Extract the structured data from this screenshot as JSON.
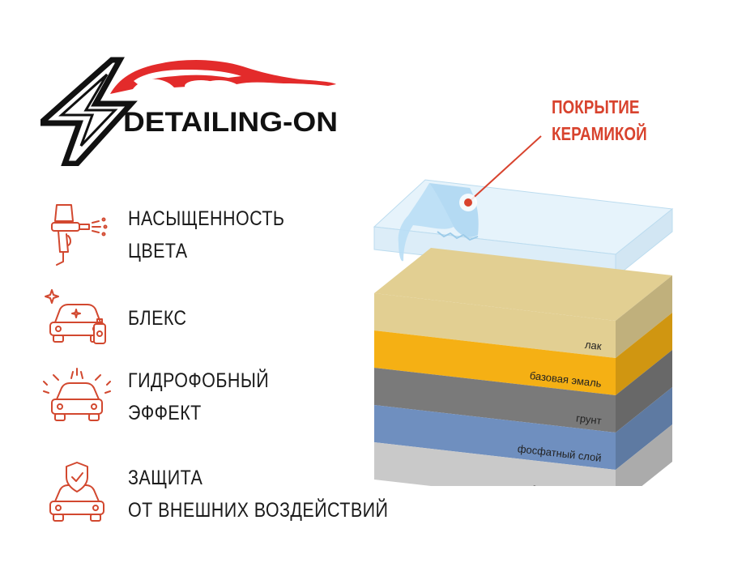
{
  "brand": {
    "name": "DETAILING-ON",
    "colors": {
      "accent_red": "#e32b2b",
      "black": "#111111"
    }
  },
  "features": [
    {
      "icon": "spray-gun-icon",
      "line1": "НАСЫЩЕННОСТЬ",
      "line2": "ЦВЕТА"
    },
    {
      "icon": "car-shine-icon",
      "line1": "БЛЕКС",
      "line2": ""
    },
    {
      "icon": "car-water-repel-icon",
      "line1": "ГИДРОФОБНЫЙ",
      "line2": "ЭФФЕКТ"
    },
    {
      "icon": "car-shield-icon",
      "line1": "ЗАЩИТА",
      "line2": "ОТ ВНЕШНИХ ВОЗДЕЙСТВИЙ"
    }
  ],
  "diagram": {
    "callout": {
      "line1": "ПОКРЫТИЕ",
      "line2": "КЕРАМИКОЙ"
    },
    "layers": [
      {
        "name": "лак",
        "color": "#e2cf92"
      },
      {
        "name": "базовая эмаль",
        "color": "#f5b014"
      },
      {
        "name": "грунт",
        "color": "#7a7a7a"
      },
      {
        "name": "фосфатный слой",
        "color": "#6f8fbf"
      },
      {
        "name": "стальной лист",
        "color": "#c9c9c9"
      }
    ],
    "colors": {
      "ceramic": "#d6ebf7",
      "callout": "#d8432e",
      "icon_stroke": "#d2482f"
    }
  }
}
